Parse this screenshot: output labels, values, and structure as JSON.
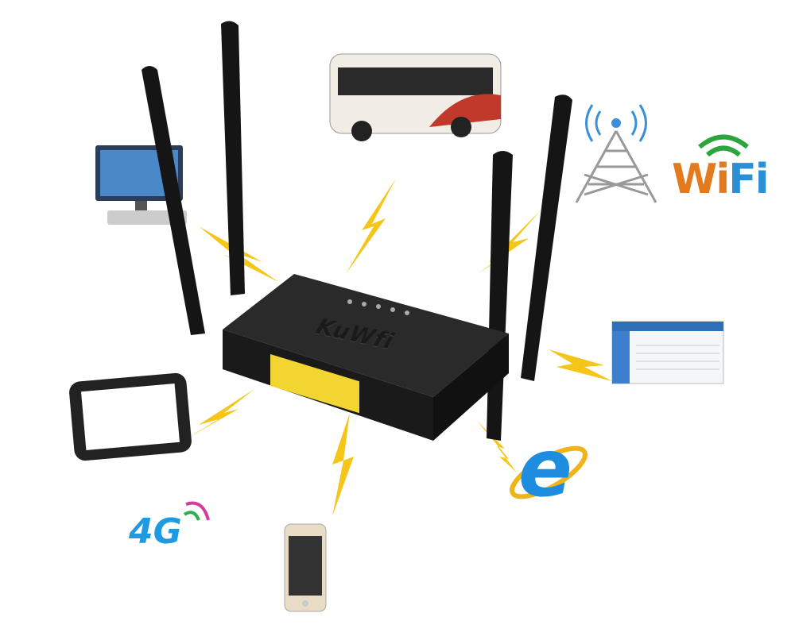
{
  "product": {
    "brand": "KuWfi"
  },
  "icons": {
    "wifi_label": "Wi",
    "wifi_label2": "Fi",
    "cellular_label": "4G",
    "browser_label": "e"
  },
  "colors": {
    "bolt": "#f5c518",
    "router": "#1c1c1c",
    "lan_ports": "#f2d530",
    "wifi_orange": "#e47a1e",
    "blue": "#1e9be0"
  }
}
